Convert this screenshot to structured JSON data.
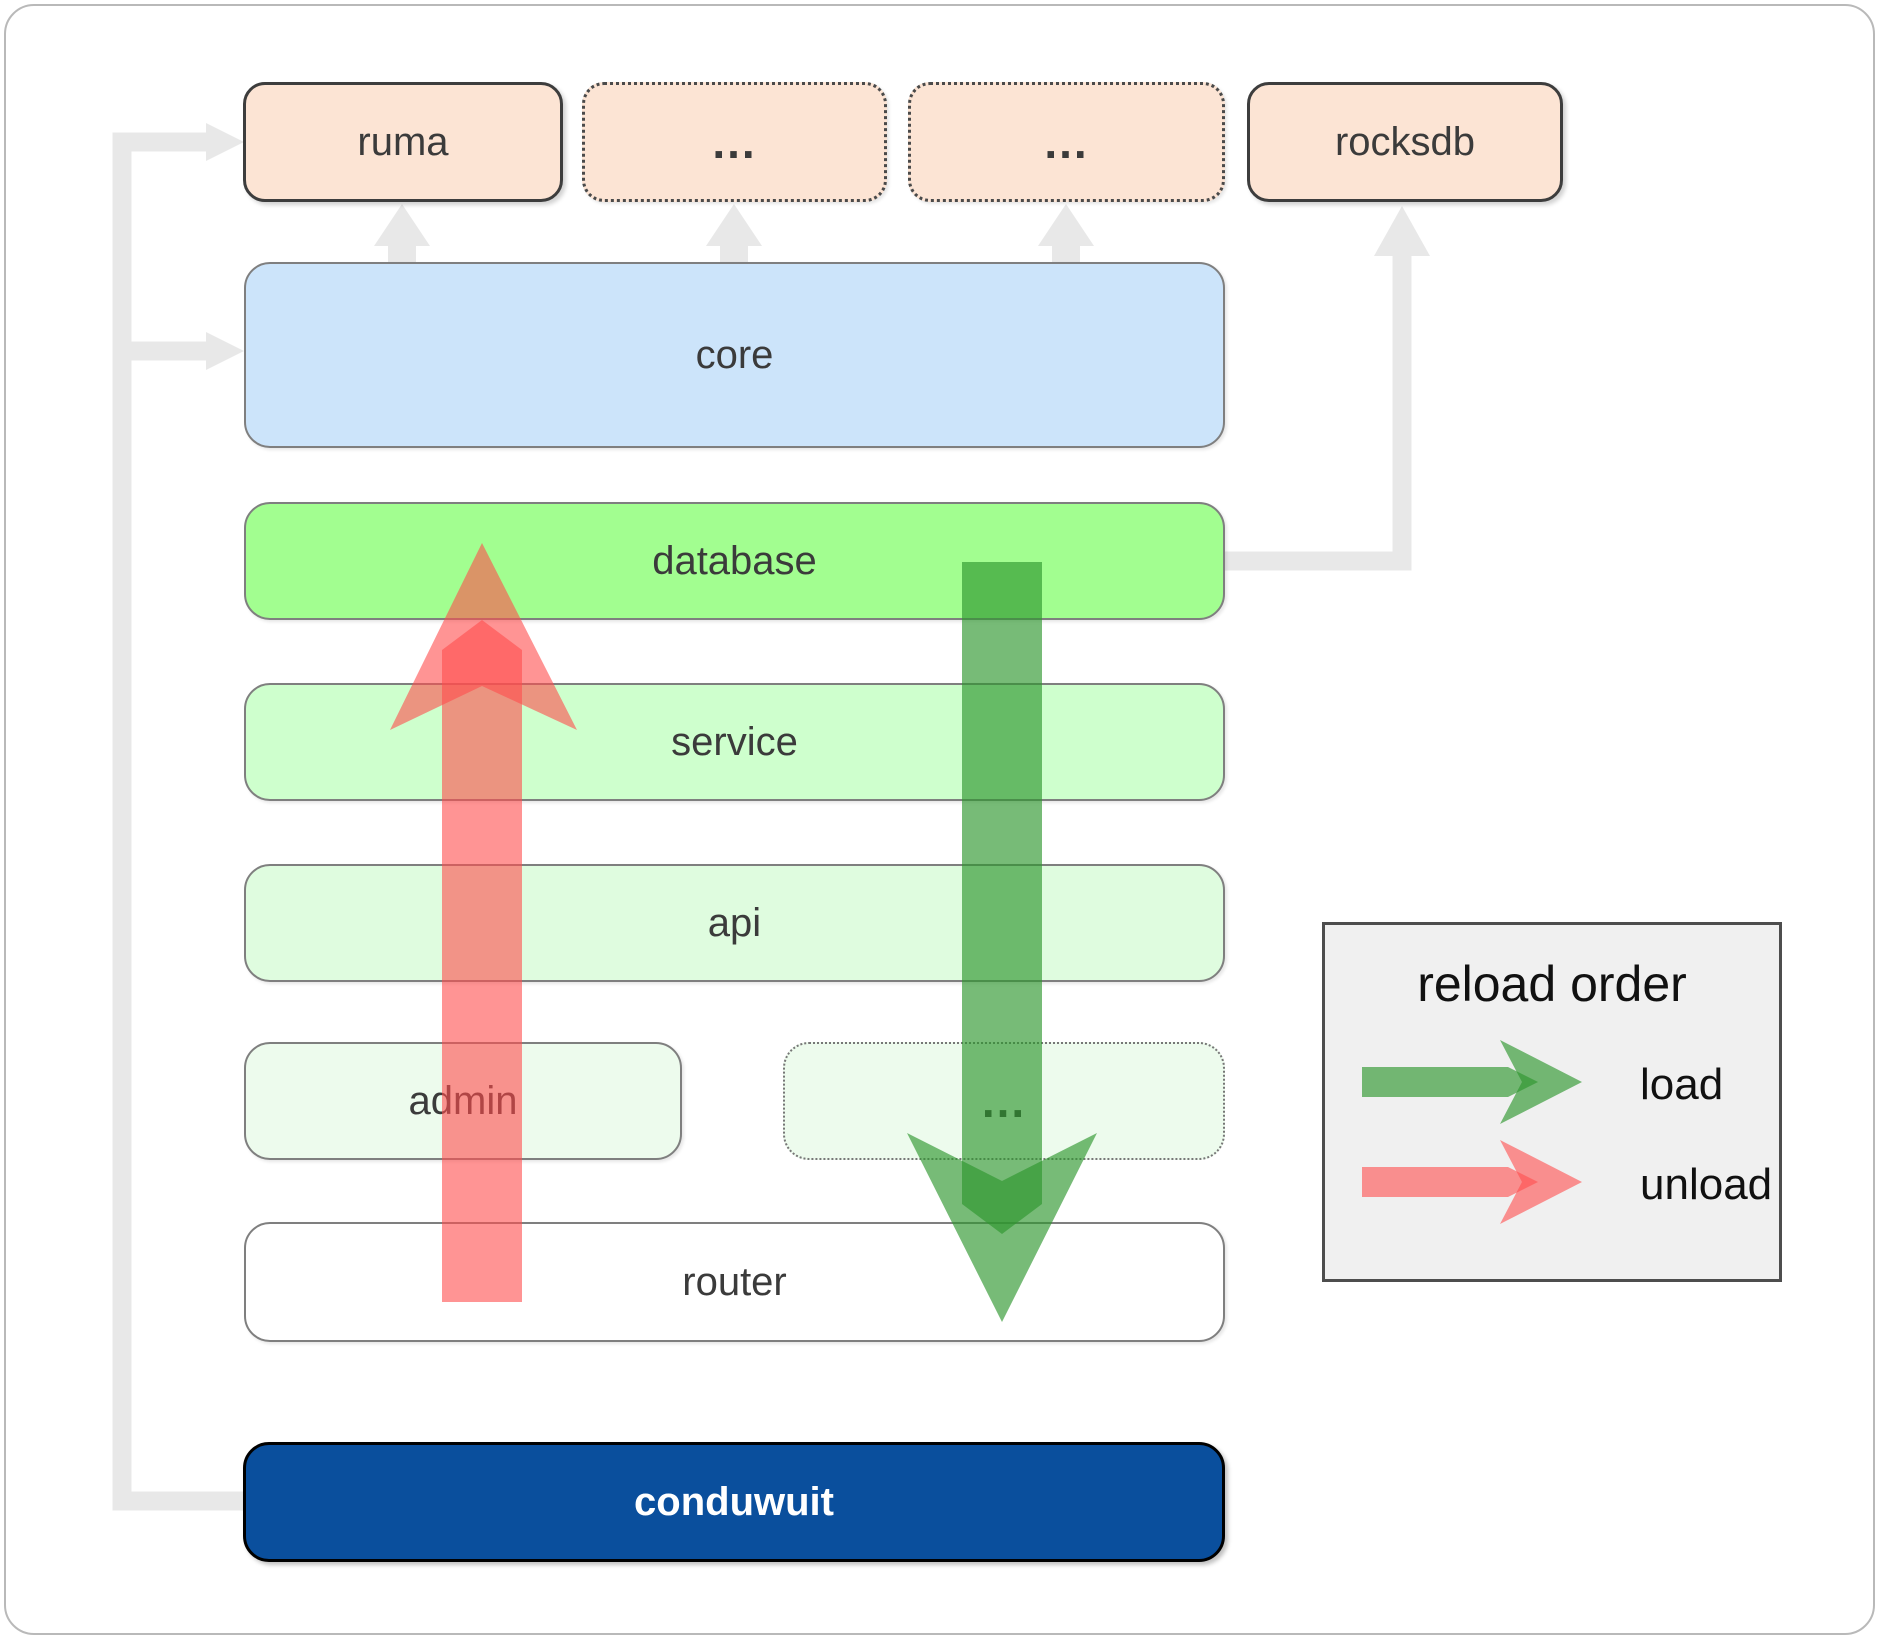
{
  "diagram": {
    "nodes": {
      "ruma": "ruma",
      "ext1": "...",
      "ext2": "...",
      "rocksdb": "rocksdb",
      "core": "core",
      "database": "database",
      "service": "service",
      "api": "api",
      "admin": "admin",
      "ext3": "...",
      "router": "router",
      "conduwuit": "conduwuit"
    },
    "legend": {
      "title": "reload order",
      "load_label": "load",
      "unload_label": "unload"
    }
  },
  "colors": {
    "peach": "#fce4d4",
    "core_blue": "#cce4fa",
    "database_green": "#a2fe90",
    "service_green": "#ceffcd",
    "api_green": "#dffcdf",
    "admin_green": "#edfbed",
    "router_white": "#ffffff",
    "conduwuit_blue": "#0a4f9d",
    "arrow_load_green": "#2e962e",
    "arrow_unload_red": "#ff4d4d",
    "connector_gray": "#e8e8e8",
    "legend_bg": "#f0f0f0"
  }
}
